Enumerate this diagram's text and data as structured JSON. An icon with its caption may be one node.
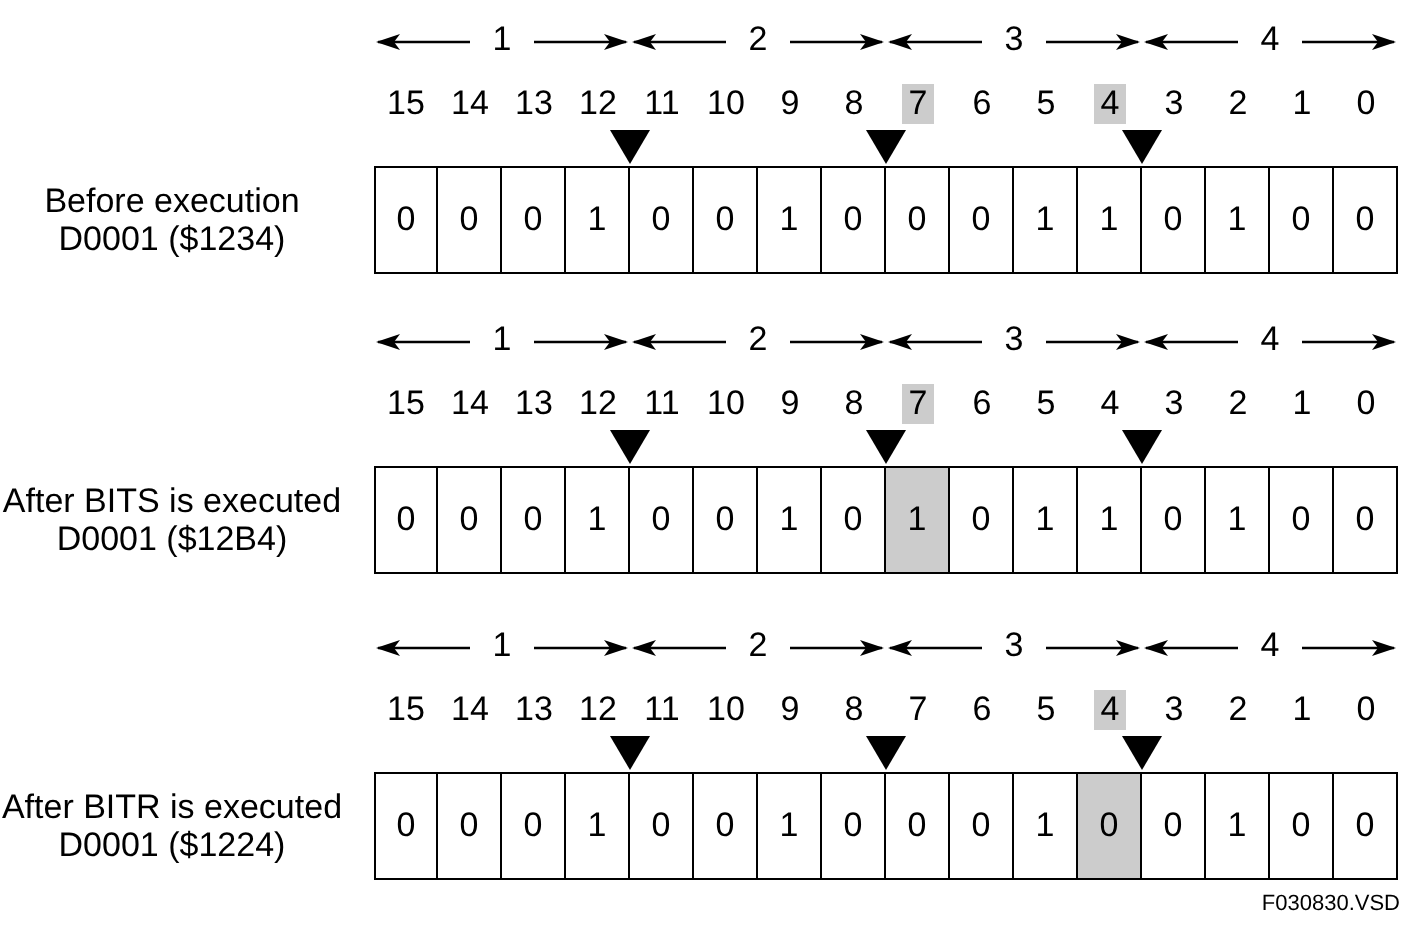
{
  "diagram": {
    "labels": [
      "1",
      "2",
      "3",
      "4",
      "15",
      "14",
      "13",
      "12",
      "11",
      "10",
      "9",
      "8",
      "7",
      "6",
      "5",
      "4",
      "3",
      "2",
      "1",
      "0",
      "Before execution D0001 ($1234)",
      "0",
      "0",
      "0",
      "1",
      "0",
      "0",
      "1",
      "0",
      "0",
      "0",
      "1",
      "1",
      "0",
      "1",
      "0",
      "0",
      "1",
      "2",
      "3",
      "4",
      "15",
      "14",
      "13",
      "12",
      "11",
      "10",
      "9",
      "8",
      "7",
      "6",
      "5",
      "4",
      "3",
      "2",
      "1",
      "0",
      "After BITS is executed D0001 ($12B4)",
      "0",
      "0",
      "0",
      "1",
      "0",
      "0",
      "1",
      "0",
      "1",
      "0",
      "1",
      "1",
      "0",
      "1",
      "0",
      "0",
      "1",
      "2",
      "3",
      "4",
      "15",
      "14",
      "13",
      "12",
      "11",
      "10",
      "9",
      "8",
      "7",
      "6",
      "5",
      "4",
      "3",
      "2",
      "1",
      "0",
      "After BITR is executed D0001 ($1224)",
      "0",
      "0",
      "0",
      "1",
      "0",
      "0",
      "1",
      "0",
      "0",
      "0",
      "1",
      "0",
      "0",
      "1",
      "0",
      "0",
      "F030830.VSD"
    ]
  }
}
